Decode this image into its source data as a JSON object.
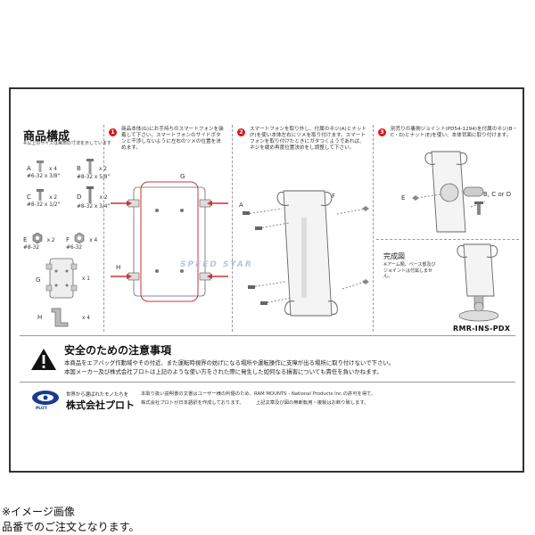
{
  "parts": {
    "title": "商品構成",
    "note": "※以上のサイズは実際の寸法を示しています",
    "items": [
      {
        "letter": "A",
        "qty": "x 4",
        "size": "#6-32 x 3/8\""
      },
      {
        "letter": "B",
        "qty": "x 2",
        "size": "#8-32 x 5/8\""
      },
      {
        "letter": "C",
        "qty": "x 2",
        "size": "#8-32 x 1/2\""
      },
      {
        "letter": "D",
        "qty": "x 2",
        "size": "#8-32 x 3/4\""
      },
      {
        "letter": "E",
        "qty": "x 2",
        "size": "#8-32"
      },
      {
        "letter": "F",
        "qty": "x 4",
        "size": "#6-32"
      },
      {
        "letter": "G",
        "qty": "x 1",
        "size": ""
      },
      {
        "letter": "H",
        "qty": "x 4",
        "size": ""
      }
    ]
  },
  "steps": [
    {
      "number": "1",
      "text": "商品本体(G)にお手持ちのスマートフォンを装着して下さい。スマートフォンのサイドボタンと干渉しないように左右のツメの位置を決めます。",
      "labels": [
        "G",
        "H"
      ]
    },
    {
      "number": "2",
      "text": "スマートフォンを取り外し、付属のネジ(A)とナット(F)を使い本体左右にツメを取り付けます。スマートフォンを取り付けたときにガタつくようであれば、ネジを緩め再度位置決めをし調整して下さい。",
      "labels": [
        "A",
        "F"
      ]
    },
    {
      "number": "3",
      "text": "別売りの裏側ジョイント(PD54-1294)を付属のネジ(B・C・D)とナット(E)を使い、本体背面に取り付けます。",
      "labels": [
        "E",
        "B, C or D"
      ]
    }
  ],
  "complete": {
    "title": "完成図",
    "note": "※アーム類、ベース部及びジョイントは付属しません。"
  },
  "model_code": "RMR-INS-PDX",
  "watermark": "SPEED STAR",
  "safety": {
    "title": "安全のための注意事項",
    "lines": [
      "本商品をエアバッグ作動域やその付近、また運転時視界の妨げになる場所や運転操作に支障が出る場所に取り付けないで下さい。",
      "本国メーカー及び株式会社プロトは上記のような使い方をされた際に発生した如何なる損害についても責任を負いかねます。"
    ]
  },
  "company": {
    "slogan": "世界から選ばれたモノたちを",
    "name": "株式会社プロト",
    "logo_text": "PLOT"
  },
  "copyright": [
    "本取り扱い説明書の文書はユーザー様の利便のため、RAM MOUNTS - National Products Inc.の許可を得て、",
    "株式会社プロトが日本語訳を作成しております。　　　上記文章及び図の無断転用・複製はお断り致します。"
  ],
  "footer_notes": [
    "※イメージ画像",
    "品番でのご注文となります。"
  ],
  "colors": {
    "accent_red": "#d31c1c",
    "border": "#333333",
    "logo_blue": "#1a3c8f"
  }
}
